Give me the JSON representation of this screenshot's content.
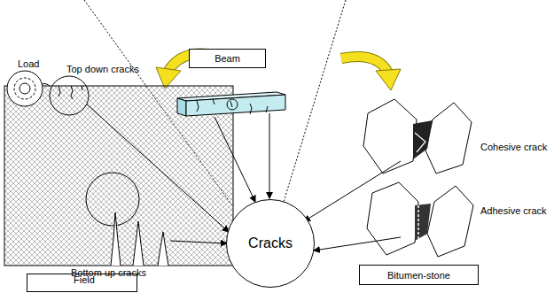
{
  "diagram": {
    "nodes": [
      {
        "text": [
          "Beam"
        ]
      },
      {
        "text": [
          "Cracks"
        ]
      },
      {
        "text": [
          "Bitumen-stone"
        ]
      },
      {
        "text": [
          "Field"
        ]
      }
    ],
    "labels": [
      "Load",
      "Top down cracks",
      "Cohesive crack",
      "Adhesive crack",
      "Bottom up cracks"
    ]
  }
}
